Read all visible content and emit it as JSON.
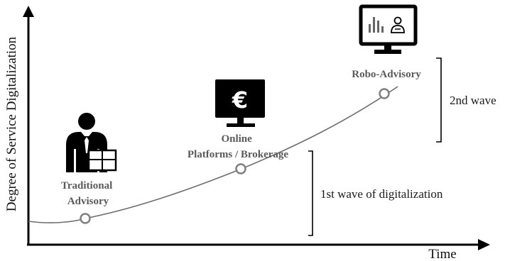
{
  "axes": {
    "y_label": "Degree of Service Digitalization",
    "x_label": "Time"
  },
  "stages": [
    {
      "label_lines": [
        "Traditional",
        "Advisory"
      ],
      "icon": "advisor-person-icon"
    },
    {
      "label_lines": [
        "Online",
        "Platforms / Brokerage"
      ],
      "icon": "euro-monitor-icon"
    },
    {
      "label_lines": [
        "Robo-Advisory"
      ],
      "icon": "analytics-monitor-icon"
    }
  ],
  "waves": {
    "first": "1st wave of digitalization",
    "second": "2nd wave"
  },
  "euro_symbol": "€",
  "colors": {
    "line": "#000000",
    "curve": "#6e6e6e",
    "marker": "#808080",
    "icon": "#000000",
    "bold_label": "#5a5a5a"
  }
}
